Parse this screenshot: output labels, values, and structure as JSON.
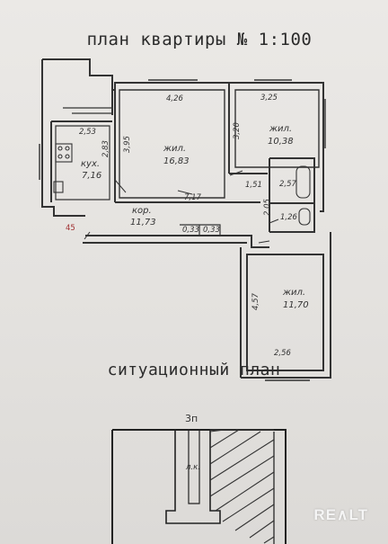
{
  "plan": {
    "title": "план квартиры № 1:100",
    "rooms": {
      "kitchen": {
        "name": "кух.",
        "area": "7,16",
        "dim_top": "2,53",
        "dim_side": "2,83"
      },
      "living1": {
        "name": "жил.",
        "area": "16,83",
        "dim_top": "4,26",
        "dim_side": "3,95"
      },
      "living2": {
        "name": "жил.",
        "area": "10,38",
        "dim_top": "3,25",
        "dim_side": "3,20"
      },
      "corridor": {
        "name": "кор.",
        "area": "11,73"
      },
      "bath": {
        "area": "2,57"
      },
      "wc": {
        "area": "1,26",
        "dim_side": "2,05"
      },
      "living3": {
        "name": "жил.",
        "area": "11,70",
        "dim_side": "4,57",
        "dim_bottom": "2,56"
      }
    },
    "extra_dims": {
      "corridor_len": "7,17",
      "hall_w": "1,51",
      "closet1": "0,33",
      "closet2": "0,33"
    },
    "marker": "45"
  },
  "situation": {
    "title": "ситуационный  план",
    "block_label": "3п",
    "stair_label": "л.к."
  },
  "watermark": "RE∧LT"
}
